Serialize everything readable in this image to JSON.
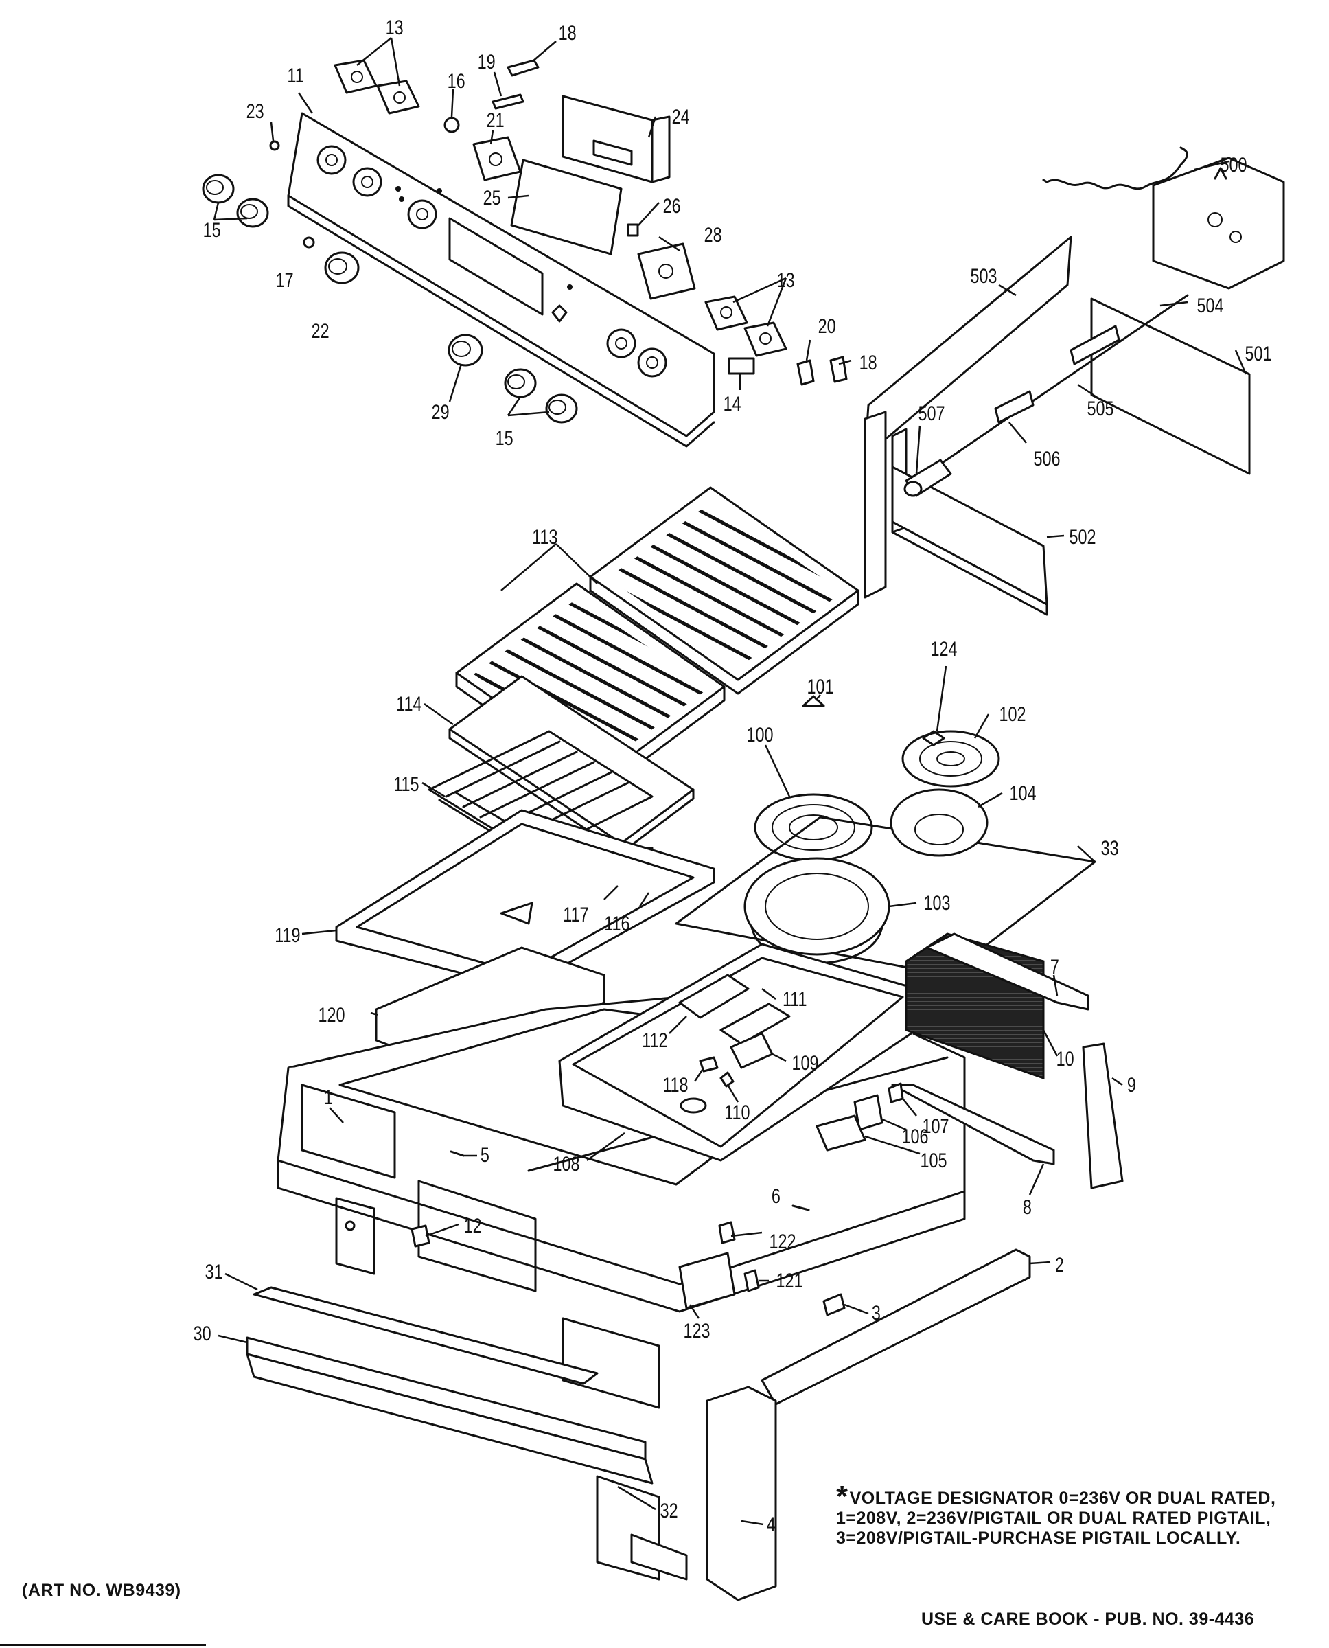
{
  "labels": {
    "p11": "11",
    "p13a": "13",
    "p16": "16",
    "p19": "19",
    "p18a": "18",
    "p21": "21",
    "p24": "24",
    "p23": "23",
    "p15a": "15",
    "p17": "17",
    "p22": "22",
    "p25": "25",
    "p26": "26",
    "p28": "28",
    "p13b": "13",
    "p20": "20",
    "p18b": "18",
    "p14": "14",
    "p29": "29",
    "p15b": "15",
    "p500": "500",
    "p503": "503",
    "p504": "504",
    "p501": "501",
    "p505": "505",
    "p507": "507",
    "p506": "506",
    "p502": "502",
    "p113": "113",
    "p114": "114",
    "p115": "115",
    "p101": "101",
    "p100": "100",
    "p124": "124",
    "p102": "102",
    "p104": "104",
    "p33": "33",
    "p103": "103",
    "p119": "119",
    "p117": "117",
    "p116": "116",
    "p7": "7",
    "p111": "111",
    "p120": "120",
    "p112": "112",
    "p109": "109",
    "p118": "118",
    "p110": "110",
    "p10": "10",
    "p9": "9",
    "p1": "1",
    "p107": "107",
    "p5": "5",
    "p106": "106",
    "p108": "108",
    "p105": "105",
    "p8": "8",
    "p6": "6",
    "p12": "12",
    "p122": "122",
    "p2": "2",
    "p121": "121",
    "p31": "31",
    "p3": "3",
    "p123": "123",
    "p30": "30",
    "p32": "32",
    "p4": "4"
  },
  "notes": {
    "asterisk": "*",
    "voltage_line1": "VOLTAGE DESIGNATOR 0=236V OR DUAL RATED,",
    "voltage_line2": "1=208V, 2=236V/PIGTAIL OR DUAL RATED PIGTAIL,",
    "voltage_line3": "3=208V/PIGTAIL-PURCHASE PIGTAIL LOCALLY.",
    "art_no": "(ART NO. WB9439)",
    "use_care": "USE & CARE BOOK - PUB. NO. 39-4436"
  }
}
